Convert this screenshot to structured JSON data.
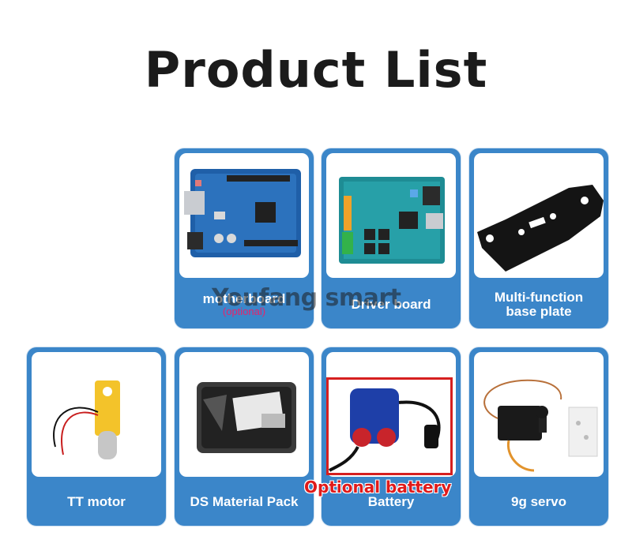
{
  "title": "Product List",
  "watermark": "Youfang smart",
  "products": [
    {
      "name": "motherboard",
      "note": "(optional)"
    },
    {
      "name": "Driver board"
    },
    {
      "name_line1": "Multi-function",
      "name_line2": "base plate"
    },
    {
      "name": "TT motor"
    },
    {
      "name": "DS Material Pack"
    },
    {
      "name": "Battery"
    },
    {
      "name": "9g servo"
    }
  ],
  "callout": "Optional battery",
  "colors": {
    "card_blue": "#3b86c9",
    "callout_red": "#d61f1f",
    "note_pink": "#e6236b"
  }
}
